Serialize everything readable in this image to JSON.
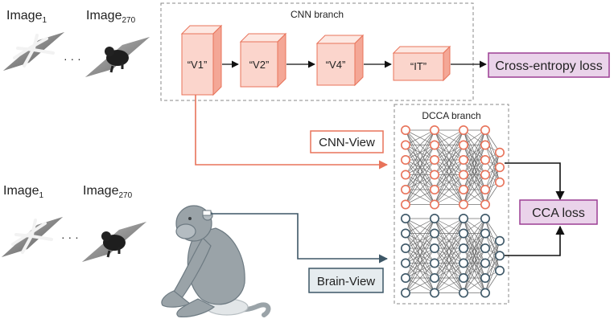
{
  "rows": [
    {
      "image_first": {
        "base": "Image",
        "sub": "1"
      },
      "ellipsis": "· · ·",
      "image_last": {
        "base": "Image",
        "sub": "270"
      }
    },
    {
      "image_first": {
        "base": "Image",
        "sub": "1"
      },
      "ellipsis": "· · ·",
      "image_last": {
        "base": "Image",
        "sub": "270"
      }
    }
  ],
  "cnn_branch": {
    "title": "CNN branch",
    "layers": [
      "“V1”",
      "“V2”",
      "“V4”",
      "“IT”"
    ]
  },
  "cross_entropy_loss": "Cross-entropy loss",
  "dcca_branch": {
    "title": "DCCA branch",
    "layer_sizes": [
      6,
      6,
      6,
      6,
      3
    ]
  },
  "cnn_view": "CNN-View",
  "brain_view": "Brain-View",
  "cca_loss": "CCA loss",
  "colors": {
    "cnn": "#e8735a",
    "cnn_fill": "#fbd5cc",
    "cnn_top": "#fde8e2",
    "cnn_side": "#f4a796",
    "brain": "#3d5767",
    "brain_fill": "#e6ecef",
    "loss_fill": "#ead3ea",
    "loss_stroke": "#9c3f94",
    "mesh_gray": "#6f6f6f",
    "monkey": "#9aa3a8"
  }
}
